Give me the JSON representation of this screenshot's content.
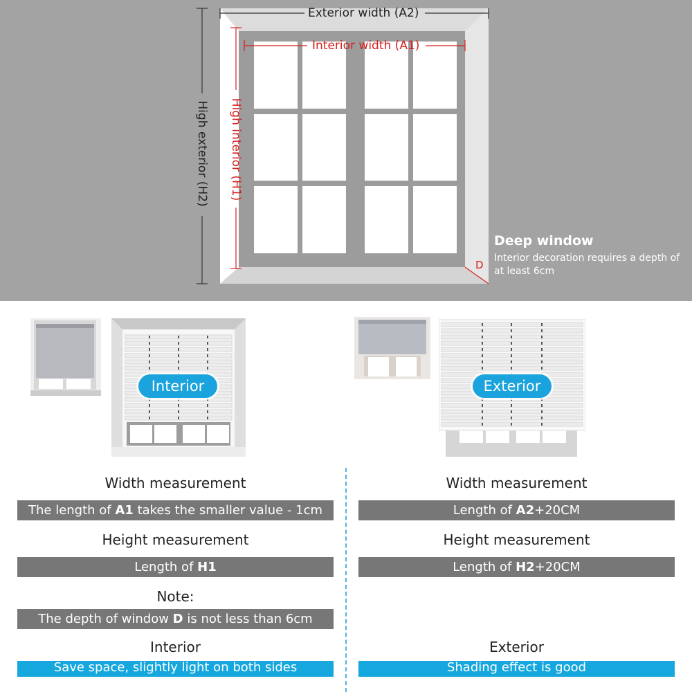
{
  "diagram": {
    "exterior_width_label": "Exterior width (A2)",
    "interior_width_label": "Interior width (A1)",
    "high_exterior_label": "High exterior (H2)",
    "high_interior_label": "High interior (H1)",
    "depth_label": "D",
    "deep_window_title": "Deep window",
    "deep_window_desc": "Interior decoration requires a depth of at least 6cm"
  },
  "interior": {
    "badge": "Interior",
    "width_heading": "Width measurement",
    "width_rule": {
      "pre": "The length of ",
      "key": "A1",
      "post": " takes the smaller value - 1cm"
    },
    "height_heading": "Height measurement",
    "height_rule": {
      "pre": "Length of ",
      "key": "H1",
      "post": ""
    },
    "note_heading": "Note:",
    "note_rule": {
      "pre": "The depth of window ",
      "key": "D",
      "post": " is not less than 6cm"
    },
    "type_heading": "Interior",
    "type_rule": "Save space, slightly light on both sides"
  },
  "exterior": {
    "badge": "Exterior",
    "width_heading": "Width measurement",
    "width_rule": {
      "pre": "Length of ",
      "key": "A2",
      "post": "+20CM"
    },
    "height_heading": "Height measurement",
    "height_rule": {
      "pre": "Length of ",
      "key": "H2",
      "post": "+20CM"
    },
    "type_heading": "Exterior",
    "type_rule": "Shading effect is good"
  },
  "colors": {
    "top_background": "#a3a3a3",
    "red_annotation": "#d62020",
    "gray_bar": "#777777",
    "blue_bar": "#15a7dd",
    "badge_blue": "#1aa3dc"
  }
}
